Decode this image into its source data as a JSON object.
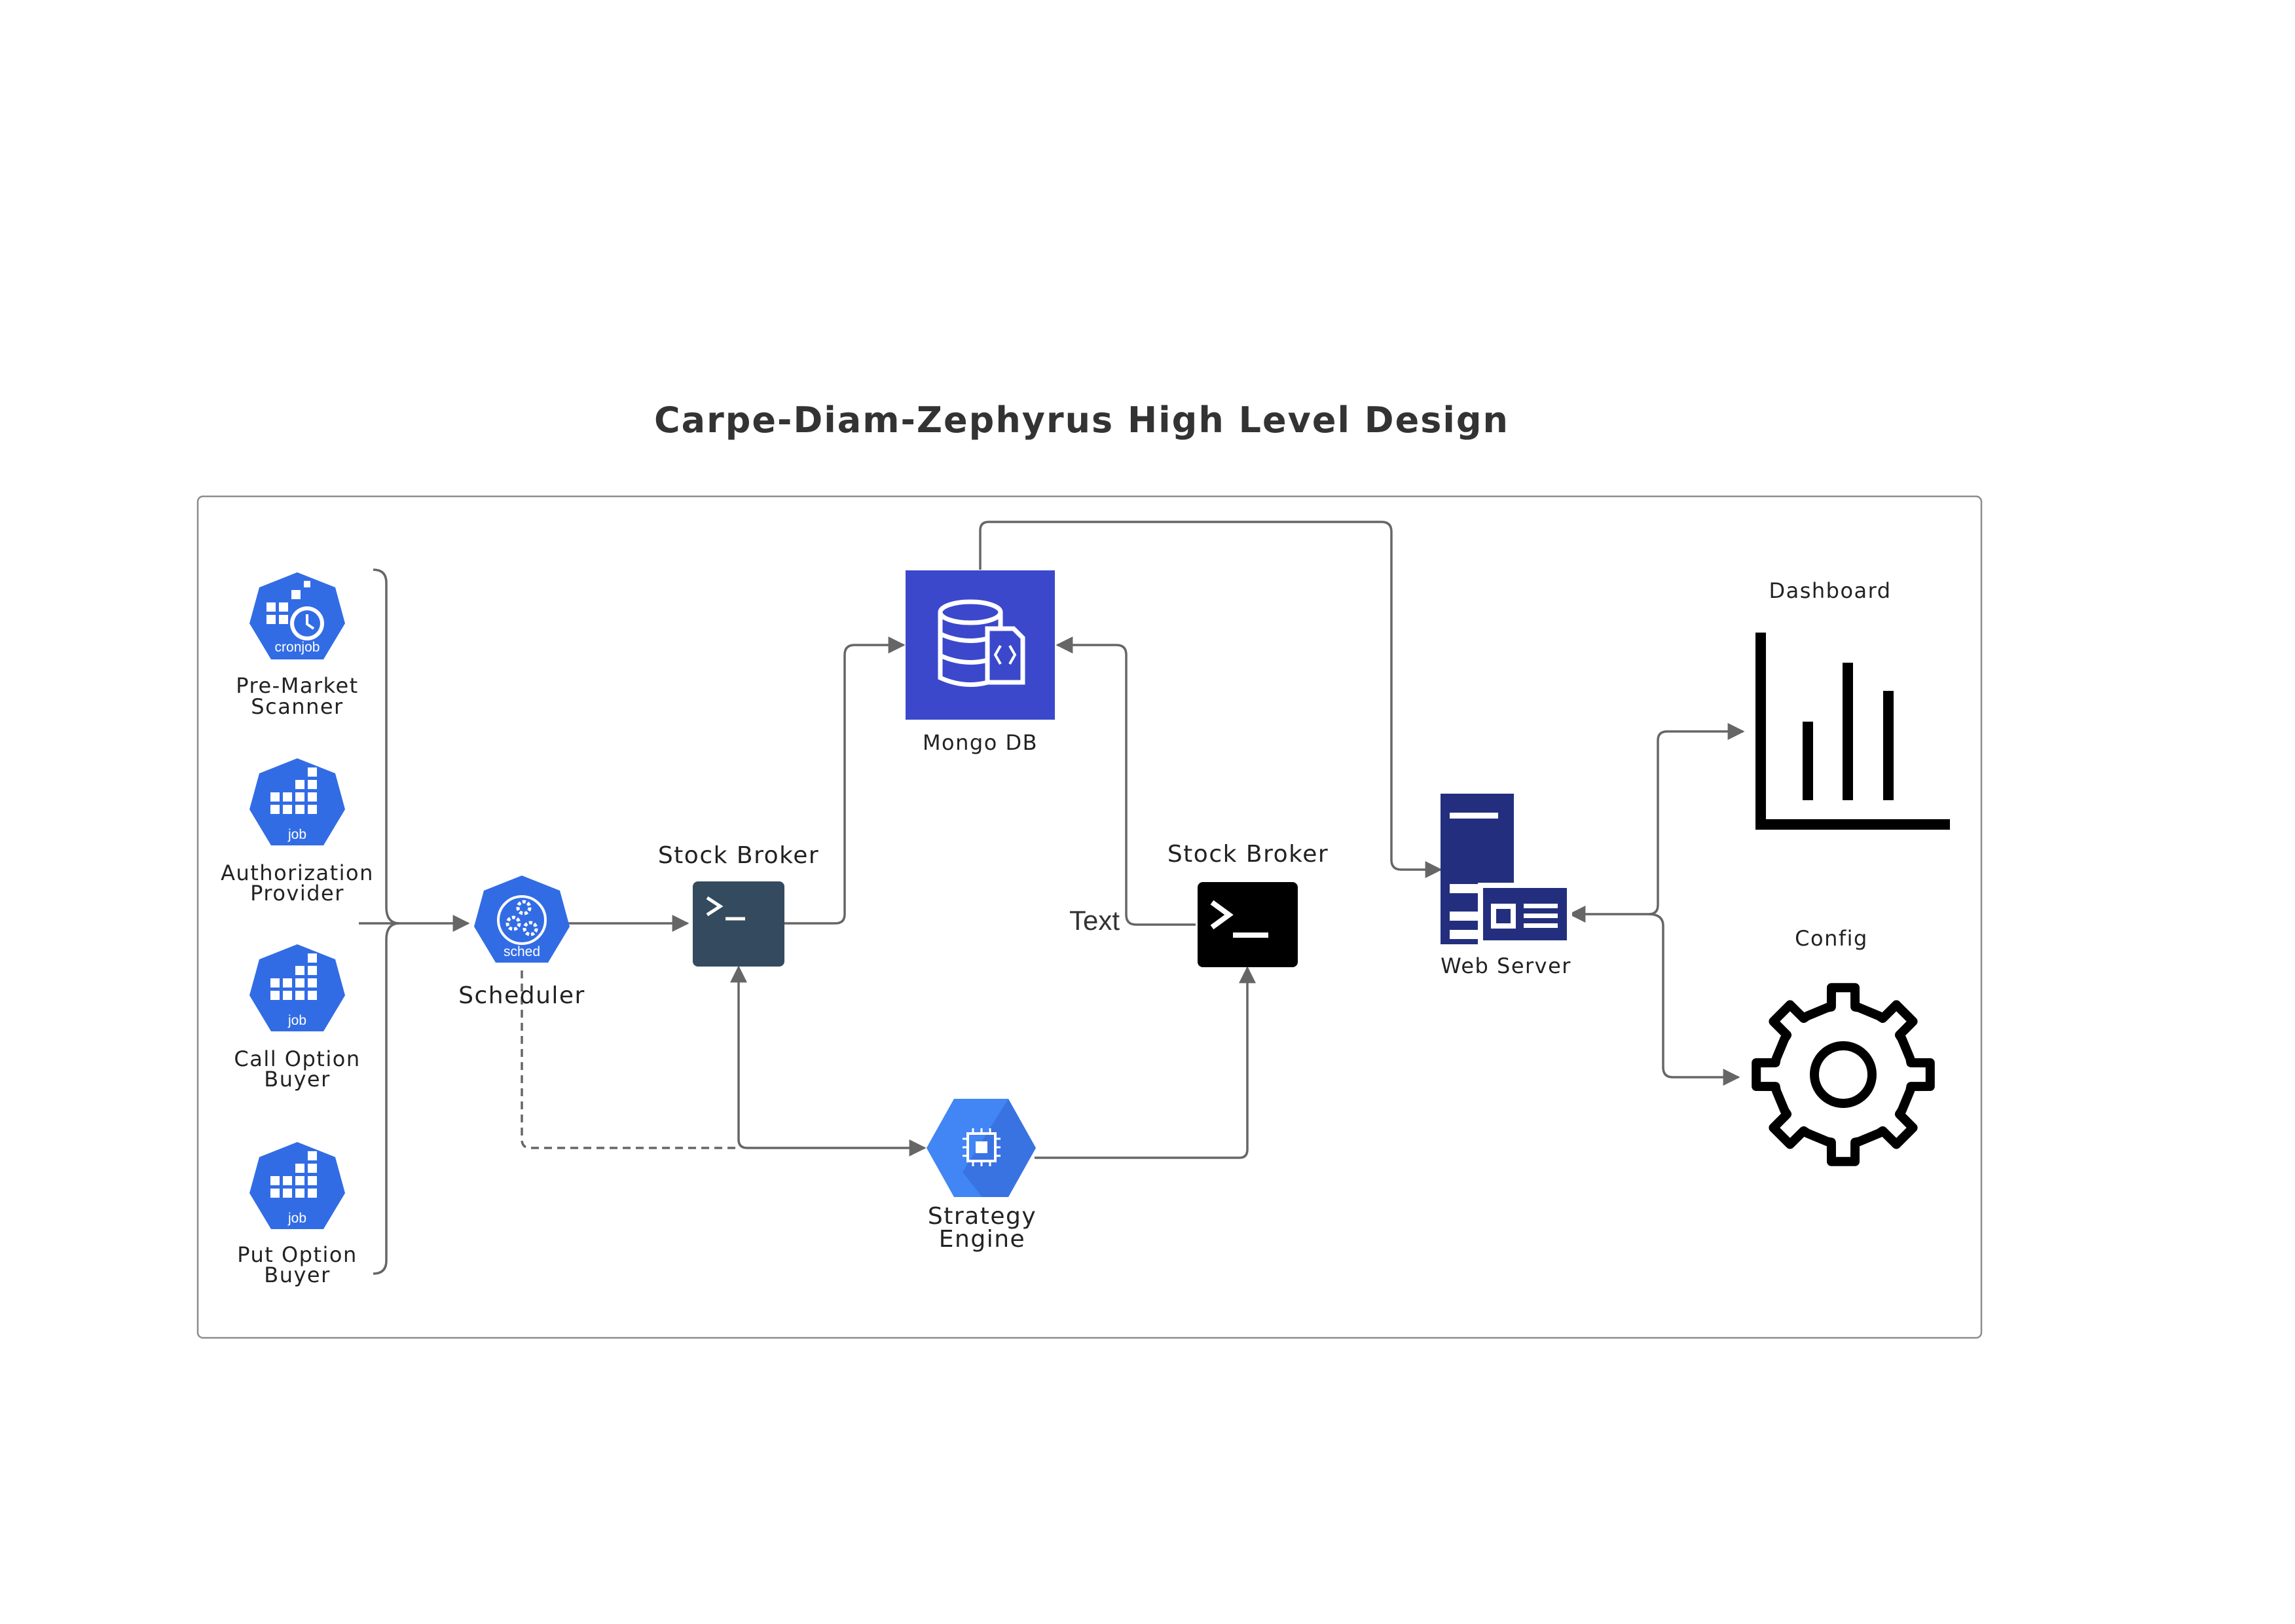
{
  "title": "Carpe-Diam-Zephyrus High Level Design",
  "colors": {
    "k8s_blue": "#326CE5",
    "gcp_blue": "#4285F4",
    "mongo_box": "#3B48CC",
    "broker_dark": "#344A5E",
    "broker_black": "#000000",
    "server_navy": "#232F7E",
    "line": "#666666",
    "frame": "#8C8C8C"
  },
  "jobs": [
    {
      "line1": "Pre-Market",
      "line2": "Scanner",
      "badge": "cronjob",
      "icon": "cronjob-icon"
    },
    {
      "line1": "Authorization",
      "line2": "Provider",
      "badge": "job",
      "icon": "job-icon"
    },
    {
      "line1": "Call Option",
      "line2": "Buyer",
      "badge": "job",
      "icon": "job-icon"
    },
    {
      "line1": "Put Option",
      "line2": "Buyer",
      "badge": "job",
      "icon": "job-icon"
    }
  ],
  "scheduler": {
    "label": "Scheduler",
    "badge": "sched",
    "icon": "scheduler-icon"
  },
  "mongo": {
    "label": "Mongo DB",
    "icon": "database-icon"
  },
  "broker_left": {
    "label": "Stock Broker",
    "icon": "terminal-icon"
  },
  "broker_right": {
    "label": "Stock Broker",
    "icon": "terminal-icon",
    "side_text": "Text"
  },
  "strategy": {
    "line1": "Strategy",
    "line2": "Engine",
    "icon": "compute-engine-icon"
  },
  "web_server": {
    "label": "Web Server",
    "icon": "web-server-icon"
  },
  "dashboard": {
    "label": "Dashboard",
    "icon": "bar-chart-icon"
  },
  "config": {
    "label": "Config",
    "icon": "gear-icon"
  }
}
